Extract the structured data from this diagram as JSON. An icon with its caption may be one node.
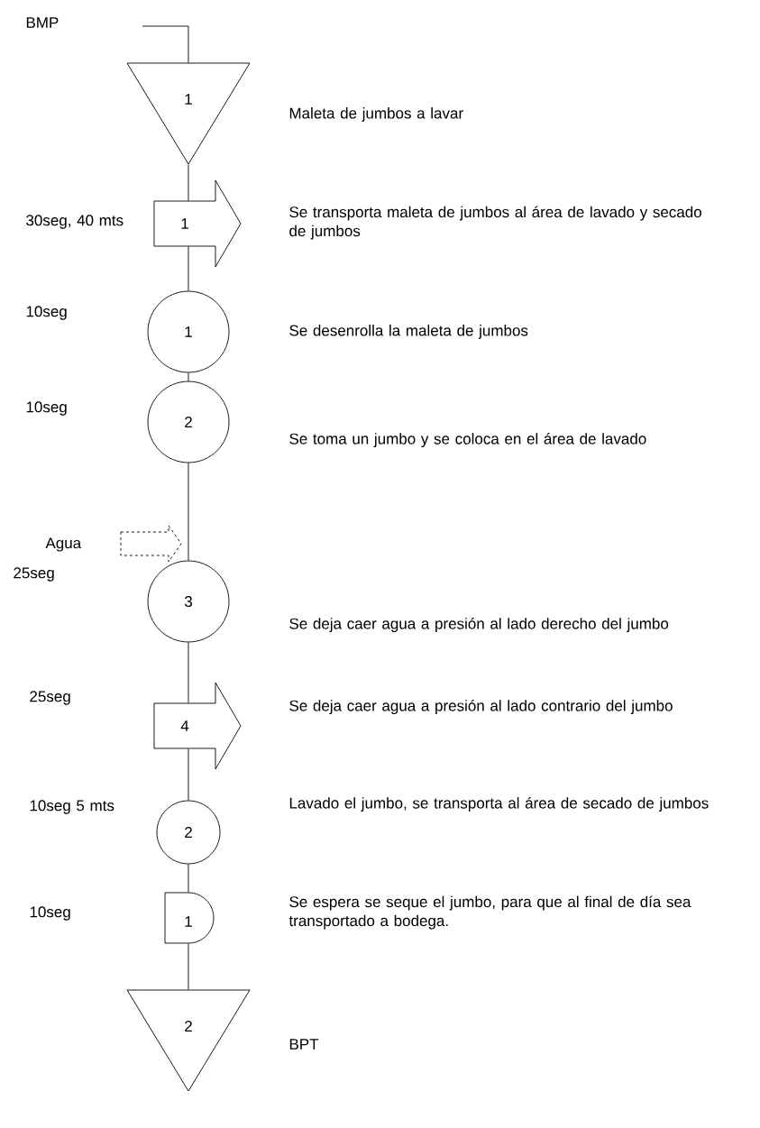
{
  "diagram": {
    "nodes": [
      {
        "text": [
          "1"
        ],
        "beside": [
          "Maleta de jumbos a lavar"
        ]
      },
      {
        "text": [
          "1"
        ],
        "beside": [
          "30seg, 40 mts",
          "Se transporta maleta de jumbos al área de lavado y secado de jumbos"
        ]
      },
      {
        "text": [
          "1"
        ],
        "beside": [
          "Se desenrolla la maleta de jumbos"
        ]
      },
      {
        "text": [
          "2"
        ],
        "beside": [
          "Se toma un jumbo y se coloca en el área de lavado"
        ]
      },
      {
        "text": [],
        "shape": "arrow",
        "beside": [
          "Agua"
        ]
      },
      {
        "text": [
          "3"
        ],
        "beside": [
          "Se deja caer agua a presión al lado derecho del jumbo"
        ]
      },
      {
        "text": [
          "4"
        ],
        "beside": [
          "Se deja caer agua a presión al lado contrario del jumbo"
        ]
      },
      {
        "text": [
          "2"
        ],
        "beside": [
          "10seg 5 mts"
        ]
      },
      {
        "text": [
          "1"
        ]
      },
      {
        "text": [
          "2"
        ],
        "beside": [
          "BPT"
        ]
      }
    ],
    "edges": [
      {
        "from": null,
        "to": 0,
        "arrow": "none"
      },
      {
        "from": 0,
        "to": 1,
        "arrow": "none"
      },
      {
        "from": 1,
        "to": 2,
        "arrow": "none"
      },
      {
        "from": 2,
        "to": 3,
        "arrow": "none"
      },
      {
        "from": 3,
        "to": 5,
        "arrow": "none"
      },
      {
        "from": 5,
        "to": 6,
        "arrow": "none"
      },
      {
        "from": 6,
        "to": 7,
        "arrow": "none"
      },
      {
        "from": 7,
        "to": 8,
        "arrow": "none"
      },
      {
        "from": 8,
        "to": 9,
        "arrow": "none"
      }
    ],
    "labels": [
      "BMP",
      "10seg",
      "10seg",
      "25seg",
      "25seg",
      "Lavado el jumbo, se transporta al área de secado de jumbos",
      "10seg",
      "Se espera se seque el jumbo, para que al final de día sea transportado a bodega."
    ]
  }
}
